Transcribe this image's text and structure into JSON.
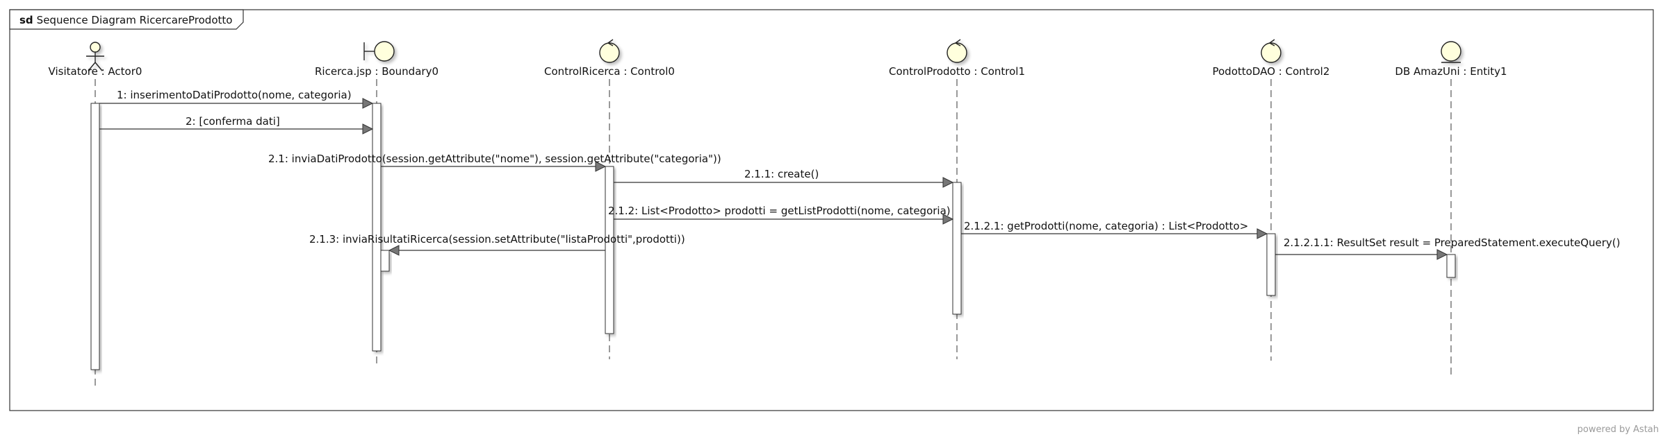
{
  "frame": {
    "keyword": "sd",
    "title": "Sequence Diagram RicercareProdotto"
  },
  "lifelines": [
    {
      "id": "actor0",
      "kind": "actor",
      "label": "Visitatore : Actor0"
    },
    {
      "id": "boundary0",
      "kind": "boundary",
      "label": "Ricerca.jsp : Boundary0"
    },
    {
      "id": "control0",
      "kind": "control",
      "label": "ControlRicerca : Control0"
    },
    {
      "id": "control1",
      "kind": "control",
      "label": "ControlProdotto : Control1"
    },
    {
      "id": "control2",
      "kind": "control",
      "label": "PodottoDAO : Control2"
    },
    {
      "id": "entity1",
      "kind": "entity",
      "label": "DB AmazUni : Entity1"
    }
  ],
  "messages": [
    {
      "id": "m1",
      "from": "actor0",
      "to": "boundary0",
      "label": "1: inserimentoDatiProdotto(nome, categoria)"
    },
    {
      "id": "m2",
      "from": "actor0",
      "to": "boundary0",
      "label": "2: [conferma dati]"
    },
    {
      "id": "m21",
      "from": "boundary0",
      "to": "control0",
      "label": "2.1: inviaDatiProdotto(session.getAttribute(\"nome\"), session.getAttribute(\"categoria\"))"
    },
    {
      "id": "m211",
      "from": "control0",
      "to": "control1",
      "label": "2.1.1: create()"
    },
    {
      "id": "m212",
      "from": "control0",
      "to": "control1",
      "label": "2.1.2: List<Prodotto> prodotti = getListProdotti(nome, categoria)"
    },
    {
      "id": "m2121",
      "from": "control1",
      "to": "control2",
      "label": "2.1.2.1: getProdotti(nome, categoria) : List<Prodotto>"
    },
    {
      "id": "m21211",
      "from": "control2",
      "to": "entity1",
      "label": "2.1.2.1.1: ResultSet result = PreparedStatement.executeQuery()"
    },
    {
      "id": "m213",
      "from": "control0",
      "to": "boundary0",
      "label": "2.1.3: inviaRisultatiRicerca(session.setAttribute(\"listaProdotti\",prodotti))"
    }
  ],
  "watermark": {
    "text": "powered by Astah"
  }
}
